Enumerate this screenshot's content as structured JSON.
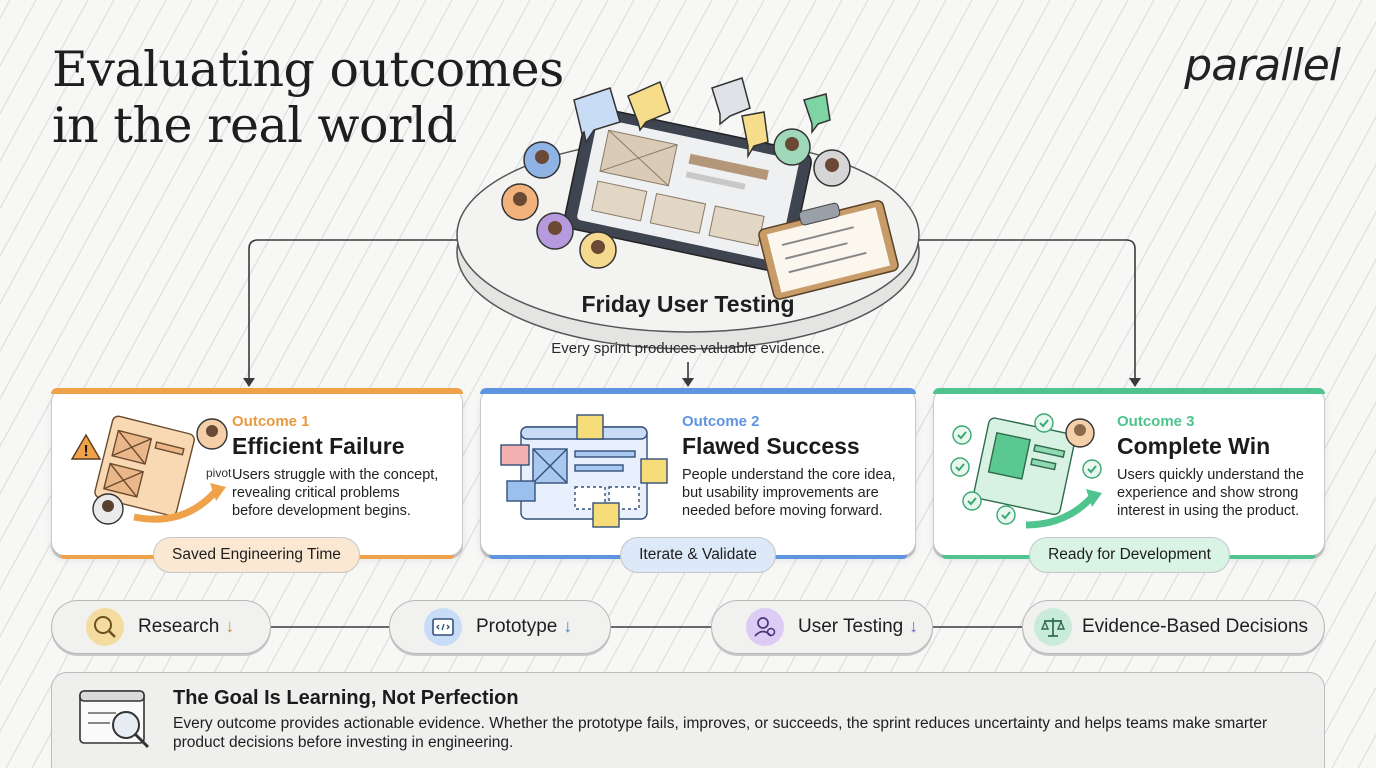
{
  "header": {
    "title_line1": "Evaluating outcomes",
    "title_line2": "in the real world",
    "logo": "parallel"
  },
  "center": {
    "label": "Friday User Testing",
    "subtitle": "Every sprint produces valuable evidence."
  },
  "outcomes": [
    {
      "label": "Outcome 1",
      "heading": "Efficient Failure",
      "desc_lines": [
        "Users struggle with the concept,",
        "revealing critical problems",
        "before development begins."
      ],
      "pill": "Saved Engineering Time",
      "illustration_note": "pivot",
      "accent": "#f0a24a"
    },
    {
      "label": "Outcome 2",
      "heading": "Flawed Success",
      "desc_lines": [
        "People understand the core idea,",
        "but usability improvements are",
        "needed before moving forward."
      ],
      "pill": "Iterate & Validate",
      "accent": "#5f95e0"
    },
    {
      "label": "Outcome 3",
      "heading": "Complete Win",
      "desc_lines": [
        "Users quickly understand the",
        "experience and show strong",
        "interest in using the product."
      ],
      "pill": "Ready for Development",
      "accent": "#4fc48e"
    }
  ],
  "process": [
    {
      "label": "Research",
      "arrow": "↓",
      "icon": "magnifier-icon",
      "color": "#f4dca0"
    },
    {
      "label": "Prototype",
      "arrow": "↓",
      "icon": "code-window-icon",
      "color": "#c9dcf7"
    },
    {
      "label": "User Testing",
      "arrow": "↓",
      "icon": "user-search-icon",
      "color": "#dccbf5"
    },
    {
      "label": "Evidence-Based Decisions",
      "icon": "scales-icon",
      "color": "#c8ecd9"
    }
  ],
  "goal": {
    "title": "The Goal Is Learning, Not Perfection",
    "text": "Every outcome provides actionable evidence. Whether the prototype fails, improves, or succeeds, the sprint reduces uncertainty and helps teams make smarter product decisions before investing in engineering."
  }
}
